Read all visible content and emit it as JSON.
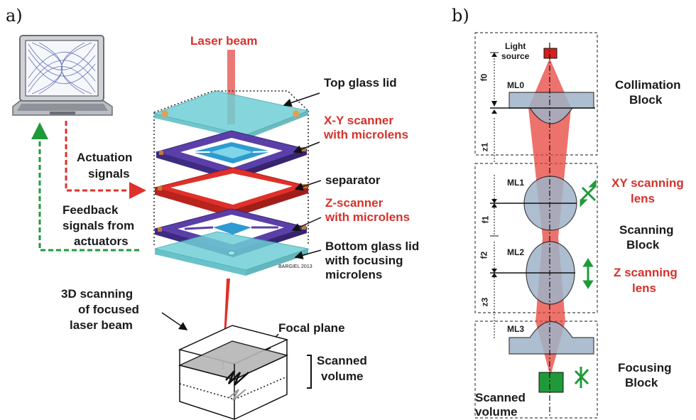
{
  "panel_a": {
    "label": "a)",
    "laser_beam": "Laser beam",
    "top_glass_lid": "Top glass lid",
    "xy_scanner": [
      "X-Y scanner",
      "with microlens"
    ],
    "actuation_signals": [
      "Actuation",
      "signals"
    ],
    "separator": "separator",
    "z_scanner": [
      "Z-scanner",
      "with microlens"
    ],
    "feedback_signals": [
      "Feedback",
      "signals from",
      "actuators"
    ],
    "bottom_glass_lid": [
      "Bottom glass lid",
      "with focusing",
      "microlens"
    ],
    "scanning_3d": [
      "3D scanning",
      "of focused",
      "laser beam"
    ],
    "focal_plane": "Focal plane",
    "scanned_volume": [
      "Scanned",
      "volume"
    ],
    "watermark": "BARGIEL 2013"
  },
  "panel_b": {
    "label": "b)",
    "light_source": [
      "Light",
      "source"
    ],
    "dimensions": [
      "f0",
      "z1",
      "f1",
      "f2",
      "z3"
    ],
    "lenses": [
      "ML0",
      "ML1",
      "ML2",
      "ML3"
    ],
    "collimation_block": [
      "Collimation",
      "Block"
    ],
    "xy_scanning_lens": [
      "XY scanning",
      "lens"
    ],
    "scanning_block": [
      "Scanning",
      "Block"
    ],
    "z_scanning_lens": [
      "Z scanning",
      "lens"
    ],
    "focusing_block": [
      "Focusing",
      "Block"
    ],
    "scanned_volume": [
      "Scanned",
      "volume"
    ]
  },
  "colors": {
    "red_text": "#d6312b",
    "laser": "#e8433c",
    "glass": "#7fd3d8",
    "scanner_purple": "#5b3fa8",
    "separator_red": "#e0302a",
    "feedback_green": "#1f9a3a",
    "lens_blue": "#9fb3c8"
  }
}
